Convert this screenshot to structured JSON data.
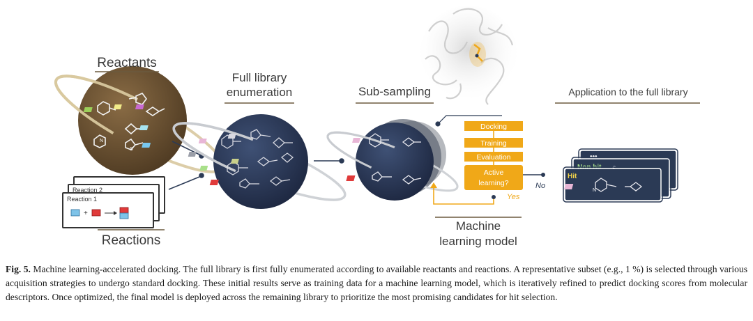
{
  "labels": {
    "reactants": "Reactants",
    "reactions": "Reactions",
    "full_library_line1": "Full library",
    "full_library_line2": "enumeration",
    "sub_sampling": "Sub-sampling",
    "application": "Application to the full library",
    "ml_line1": "Machine",
    "ml_line2": "learning model"
  },
  "reaction_cards": [
    "...",
    "Reaction 2",
    "Reaction 1"
  ],
  "workflow_steps": [
    "Docking",
    "Training",
    "Evaluation"
  ],
  "decision": {
    "line1": "Active",
    "line2": "learning?",
    "yes": "Yes",
    "no": "No"
  },
  "result_cards": [
    "•••",
    "Non hit",
    "Hit"
  ],
  "molecule_atoms": {
    "n": "N",
    "s": "S"
  },
  "caption": {
    "label": "Fig. 5.",
    "text": "Machine learning-accelerated docking. The full library is first fully enumerated according to available reactants and reactions. A representative subset (e.g., 1 %) is selected through various acquisition strategies to undergo standard docking. These initial results serve as training data for a machine learning model, which is iteratively refined to predict docking scores from molecular descriptors. Once optimized, the final model is deployed across the remaining library to prioritize the most promising candidates for hit selection."
  },
  "colors": {
    "reactant_planet": "#6b5233",
    "library_planet": "#2c3a55",
    "orange": "#f0a818",
    "navy": "#2b3a55",
    "ring": "#d4c49c",
    "underline": "#6b5a3f"
  }
}
